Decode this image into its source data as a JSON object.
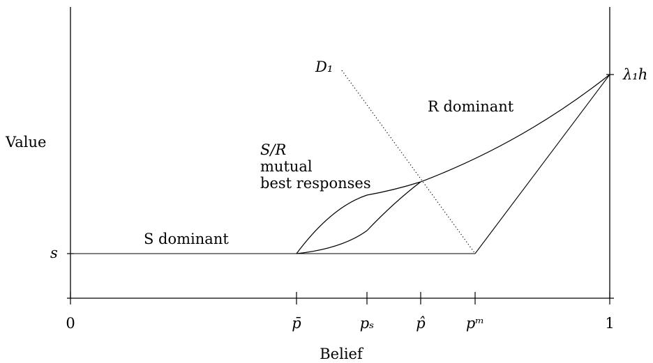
{
  "axis": {
    "ylabel": "Value",
    "xlabel": "Belief",
    "y_tick": "s",
    "right_tick": "λ₁h",
    "x_ticks": [
      "0",
      "p̄",
      "pₛ",
      "p̂",
      "pᵐ",
      "1"
    ]
  },
  "regions": {
    "r_dominant": "R dominant",
    "s_dominant": "S dominant",
    "sr_line1": "S/R",
    "sr_line2": "mutual",
    "sr_line3": "best responses"
  },
  "curve_label": "D₁",
  "colors": {
    "line": "#000000",
    "background": "#ffffff"
  }
}
